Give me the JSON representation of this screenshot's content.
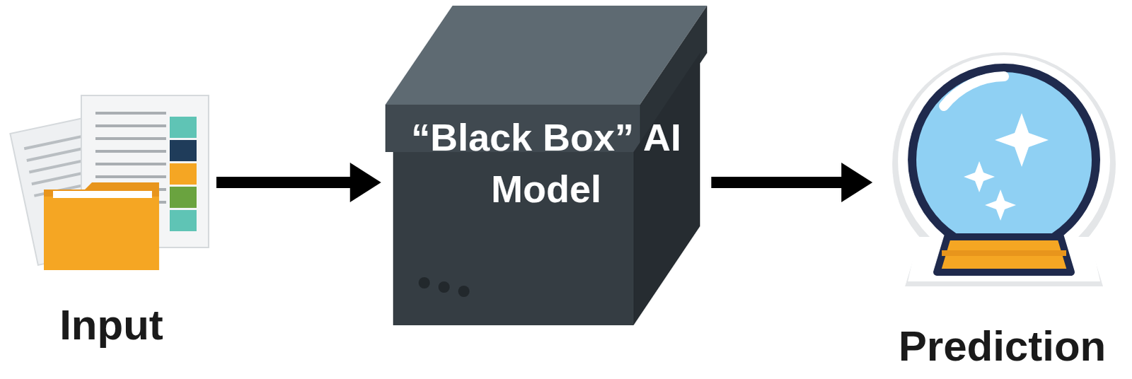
{
  "diagram": {
    "nodes": [
      {
        "text": [
          "Input"
        ]
      },
      {
        "text": [
          "“Black Box” AI Model"
        ]
      },
      {
        "text": [
          "Prediction"
        ]
      }
    ],
    "edges": [
      {
        "from": 0,
        "to": 1,
        "arrow": "to"
      },
      {
        "from": 1,
        "to": 2,
        "arrow": "to"
      }
    ]
  }
}
